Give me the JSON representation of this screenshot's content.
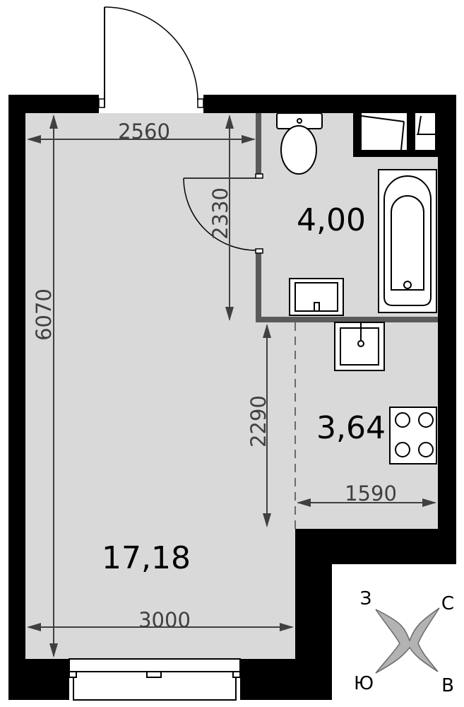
{
  "rooms": {
    "main_area": "17,18",
    "bath_area": "4,00",
    "kitchen_area": "3,64"
  },
  "dimensions": {
    "top_width": "2560",
    "left_height": "6070",
    "bath_height": "2330",
    "kitchen_height": "2290",
    "kitchen_width": "1590",
    "bottom_width": "3000"
  },
  "compass": {
    "west": "З",
    "north": "С",
    "south": "Ю",
    "east": "В"
  },
  "colors": {
    "wall": "#000000",
    "floor": "#d9d9d9",
    "partition": "#5a5a5a",
    "dimension": "#404040",
    "compass_star": "#b3b3b3"
  }
}
